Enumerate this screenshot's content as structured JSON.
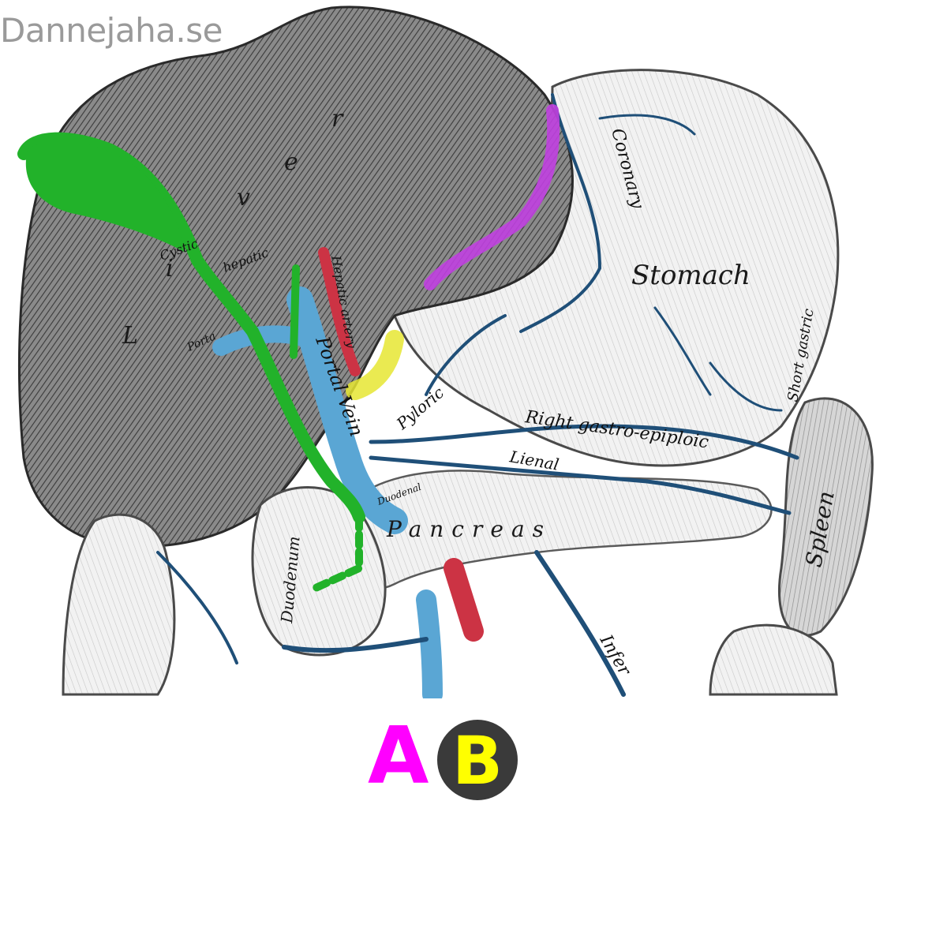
{
  "watermark": "Dannejaha.se",
  "organs": {
    "liver_letters": [
      "r",
      "e",
      "v",
      "i",
      "L"
    ],
    "stomach": "Stomach",
    "pancreas": "Pancreas",
    "spleen": "Spleen",
    "duodenum": "Duodenum"
  },
  "vessels": {
    "portal_vein": "Portal Vein",
    "coronary": "Coronary",
    "pyloric": "Pyloric",
    "right_gastro": "Right gastro-epiploic",
    "lienal": "Lienal",
    "short_gastric": "Short gastric",
    "hepatic_artery": "Hepatic artery",
    "cystic": "Cystic",
    "hepatic": "hepatic",
    "porta": "Porta",
    "duodenal": "Duodenal",
    "inferior": "Infer"
  },
  "answers": {
    "a": "A",
    "b": "B"
  },
  "colors": {
    "bile_duct_green": "#22b22a",
    "highlight_magenta": "#c040e0",
    "highlight_yellow": "#e6e633",
    "vein_blue": "#5aa6d4",
    "artery_red": "#cc3344",
    "answer_a": "#ff00ff",
    "answer_b": "#ffff00",
    "answer_b_circle": "#3a3a3a"
  }
}
